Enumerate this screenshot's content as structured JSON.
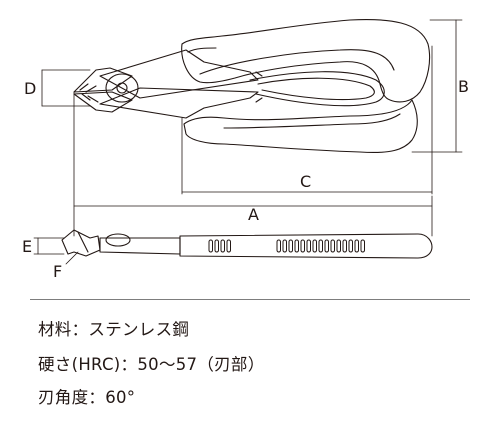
{
  "dimensions": {
    "a": "A",
    "b": "B",
    "c": "C",
    "d": "D",
    "e": "E",
    "f": "F"
  },
  "specs": {
    "material": "材料：ステンレス鋼",
    "hardness": "硬さ(HRC)：50〜57（刃部）",
    "blade_angle": "刃角度：60°"
  },
  "colors": {
    "line": "#231815",
    "background": "#ffffff"
  }
}
